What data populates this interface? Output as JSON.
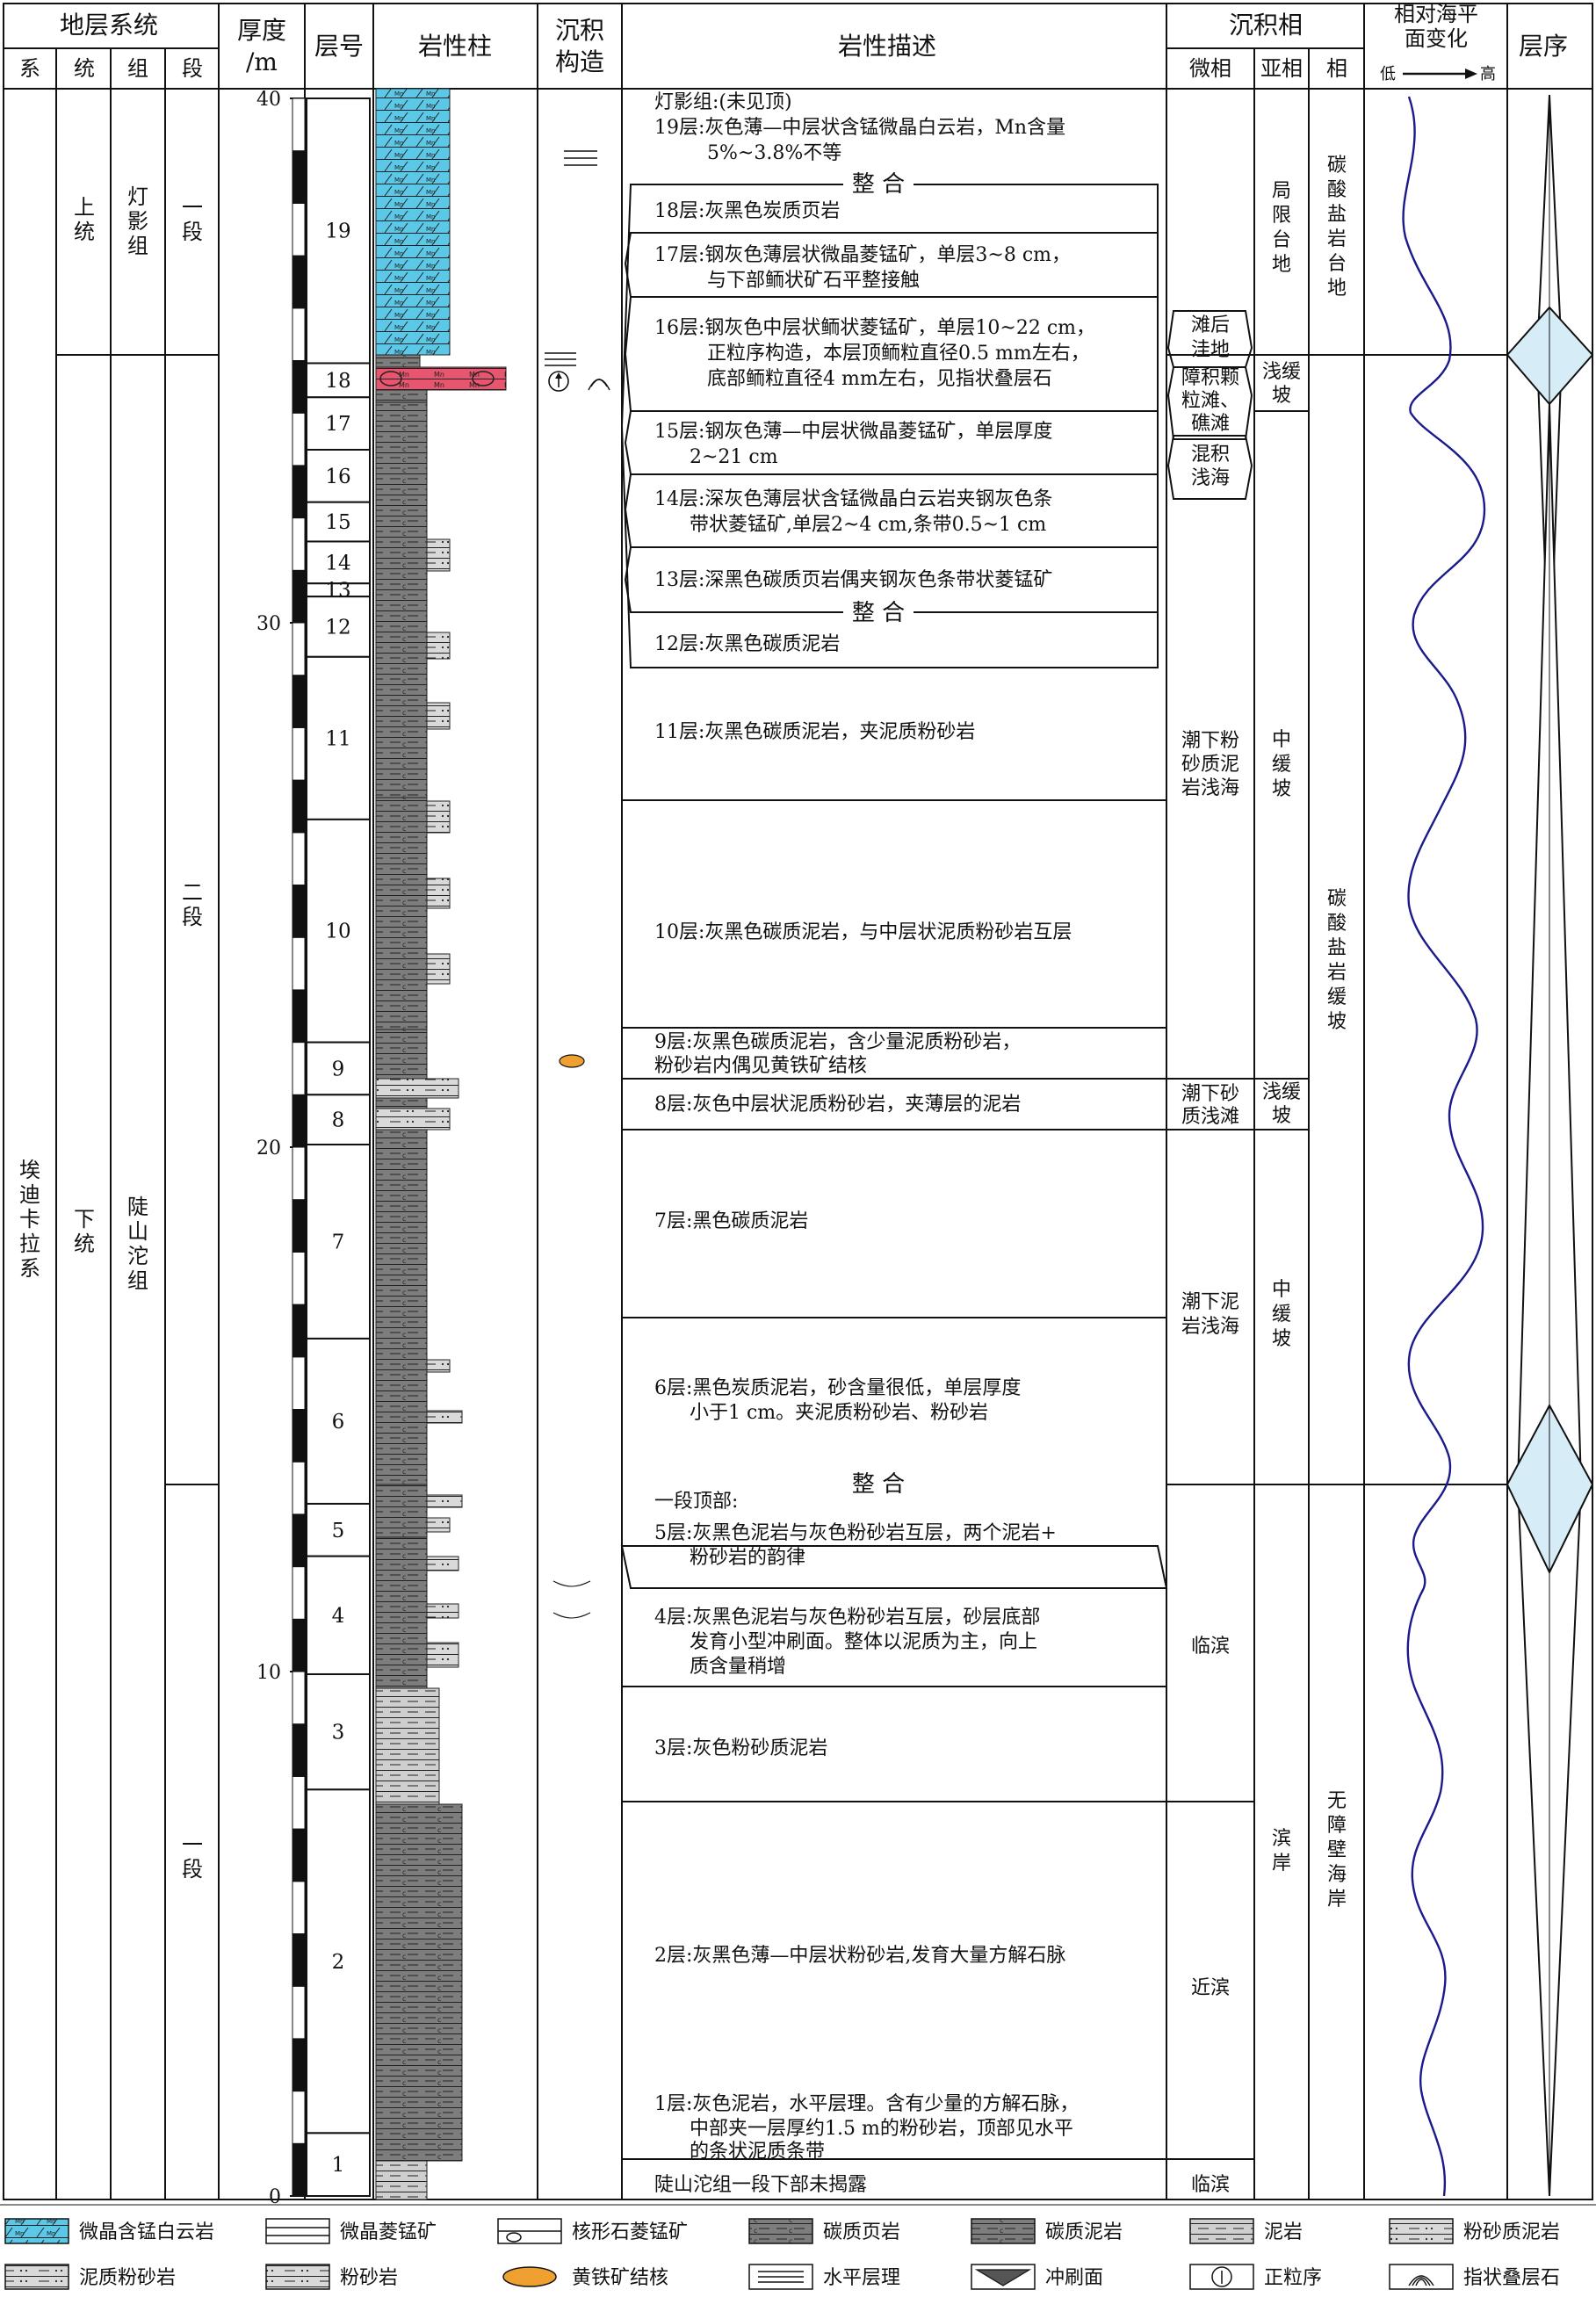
{
  "header": {
    "stratigraphy": "地层系统",
    "system": "系",
    "series": "统",
    "group": "组",
    "member": "段",
    "thickness_line1": "厚度",
    "thickness_line2": "/m",
    "layer_no": "层号",
    "column": "岩性柱",
    "structure_line1": "沉积",
    "structure_line2": "构造",
    "description": "岩性描述",
    "facies": "沉积相",
    "microfacies": "微相",
    "subfacies": "亚相",
    "facies_col": "相",
    "sea_level_line1": "相对海平",
    "sea_level_line2": "面变化",
    "sea_low": "低",
    "sea_high": "高",
    "sequence": "层序"
  },
  "strat": {
    "system": [
      "埃",
      "迪",
      "卡",
      "拉",
      "系"
    ],
    "series_upper": [
      "上",
      "统"
    ],
    "series_lower": [
      "下",
      "统"
    ],
    "group_upper": [
      "灯",
      "影",
      "组"
    ],
    "group_lower": [
      "陡",
      "山",
      "沱",
      "组"
    ],
    "member_1_upper": [
      "一",
      "段"
    ],
    "member_2": [
      "二",
      "段"
    ],
    "member_1_lower": [
      "一",
      "段"
    ]
  },
  "thickness_ticks": [
    {
      "value": 40,
      "label": "40"
    },
    {
      "value": 30,
      "label": "30"
    },
    {
      "value": 20,
      "label": "20"
    },
    {
      "value": 10,
      "label": "10"
    },
    {
      "value": 0,
      "label": "0"
    }
  ],
  "layers": [
    {
      "no": "19",
      "bottom": 34.95,
      "top": 40.0
    },
    {
      "no": "18",
      "bottom": 34.3,
      "top": 34.95
    },
    {
      "no": "17",
      "bottom": 33.3,
      "top": 34.3
    },
    {
      "no": "16",
      "bottom": 32.3,
      "top": 33.3
    },
    {
      "no": "15",
      "bottom": 31.55,
      "top": 32.3
    },
    {
      "no": "14",
      "bottom": 30.75,
      "top": 31.55
    },
    {
      "no": "13",
      "bottom": 30.5,
      "top": 30.75
    },
    {
      "no": "12",
      "bottom": 29.35,
      "top": 30.5
    },
    {
      "no": "11",
      "bottom": 26.25,
      "top": 29.35
    },
    {
      "no": "10",
      "bottom": 22.0,
      "top": 26.25
    },
    {
      "no": "9",
      "bottom": 21.0,
      "top": 22.0
    },
    {
      "no": "8",
      "bottom": 20.05,
      "top": 21.0
    },
    {
      "no": "7",
      "bottom": 16.35,
      "top": 20.05
    },
    {
      "no": "6",
      "bottom": 13.2,
      "top": 16.35
    },
    {
      "no": "5",
      "bottom": 12.2,
      "top": 13.2
    },
    {
      "no": "4",
      "bottom": 9.95,
      "top": 12.2
    },
    {
      "no": "3",
      "bottom": 7.75,
      "top": 9.95
    },
    {
      "no": "2",
      "bottom": 1.2,
      "top": 7.75
    },
    {
      "no": "1",
      "bottom": 0.0,
      "top": 1.2
    }
  ],
  "descriptions": {
    "d19a": "灯影组:(未见顶)",
    "d19b": "19层:灰色薄—中层状含锰微晶白云岩，Mn含量",
    "d19c": "5%~3.8%不等",
    "unconf1": "整 合",
    "d18": "18层:灰黑色炭质页岩",
    "d17a": "17层:钢灰色薄层状微晶菱锰矿，单层3~8 cm，",
    "d17b": "与下部鲕状矿石平整接触",
    "d16a": "16层:钢灰色中层状鲕状菱锰矿，单层10~22 cm，",
    "d16b": "正粒序构造，本层顶鲕粒直径0.5 mm左右，",
    "d16c": "底部鲕粒直径4 mm左右，见指状叠层石",
    "d15a": "15层:钢灰色薄—中层状微晶菱锰矿，单层厚度",
    "d15b": "2~21 cm",
    "d14a": "14层:深灰色薄层状含锰微晶白云岩夹钢灰色条",
    "d14b": "带状菱锰矿,单层2~4 cm,条带0.5~1 cm",
    "d13": "13层:深黑色碳质页岩偶夹钢灰色条带状菱锰矿",
    "unconf2": "整 合",
    "d12": "12层:灰黑色碳质泥岩",
    "d11": "11层:灰黑色碳质泥岩，夹泥质粉砂岩",
    "d10": "10层:灰黑色碳质泥岩，与中层状泥质粉砂岩互层",
    "d9a": "9层:灰黑色碳质泥岩，含少量泥质粉砂岩，",
    "d9b": "粉砂岩内偶见黄铁矿结核",
    "d8": "8层:灰色中层状泥质粉砂岩，夹薄层的泥岩",
    "d7": "7层:黑色碳质泥岩",
    "d6a": "6层:黑色炭质泥岩，砂含量很低，单层厚度",
    "d6b": "小于1 cm。夹泥质粉砂岩、粉砂岩",
    "unconf3": "整 合",
    "d5pre": "一段顶部:",
    "d5a": "5层:灰黑色泥岩与灰色粉砂岩互层，两个泥岩+",
    "d5b": "粉砂岩的韵律",
    "d4a": "4层:灰黑色泥岩与灰色粉砂岩互层，砂层底部",
    "d4b": "发育小型冲刷面。整体以泥质为主，向上",
    "d4c": "质含量稍增",
    "d3": "3层:灰色粉砂质泥岩",
    "d2": "2层:灰黑色薄—中层状粉砂岩,发育大量方解石脉",
    "d1a": "1层:灰色泥岩，水平层理。含有少量的方解石脉，",
    "d1b": "中部夹一层厚约1.5 m的粉砂岩，顶部见水平",
    "d1c": "的条状泥质条带",
    "d0": "陡山沱组一段下部未揭露"
  },
  "microfacies": {
    "tan": [
      "滩后",
      "洼地"
    ],
    "zhang": [
      "障积颗",
      "粒滩、",
      "礁滩"
    ],
    "hunji": [
      "混积",
      "浅海"
    ],
    "chaoxia_fen": [
      "潮下粉",
      "砂质泥",
      "岩浅海"
    ],
    "chaoxia_sha": [
      "潮下砂",
      "质浅滩"
    ],
    "chaoxia_ni": [
      "潮下泥",
      "岩浅海"
    ],
    "linbin1": "临滨",
    "jinbin": "近滨",
    "linbin2": "临滨"
  },
  "subfacies": {
    "jubu": [
      "局",
      "限",
      "台",
      "地"
    ],
    "qianhuan1": [
      "浅缓",
      "坡"
    ],
    "zhonghuan1": [
      "中",
      "缓",
      "坡"
    ],
    "qianhuan2": [
      "浅缓",
      "坡"
    ],
    "zhonghuan2": [
      "中",
      "缓",
      "坡"
    ],
    "binan": [
      "滨",
      "岸"
    ]
  },
  "facies": {
    "taidi": [
      "碳",
      "酸",
      "盐",
      "岩",
      "台",
      "地"
    ],
    "huanpo": [
      "碳",
      "酸",
      "盐",
      "岩",
      "缓",
      "坡"
    ],
    "wuzhang": [
      "无",
      "障",
      "壁",
      "海",
      "岸"
    ]
  },
  "legend": [
    {
      "key": "mn-dolomite",
      "label": "微晶含锰白云岩"
    },
    {
      "key": "rhodochrosite",
      "label": "微晶菱锰矿"
    },
    {
      "key": "oolitic",
      "label": "核形石菱锰矿"
    },
    {
      "key": "carb-shale",
      "label": "碳质页岩"
    },
    {
      "key": "carb-mudstone",
      "label": "碳质泥岩"
    },
    {
      "key": "mudstone",
      "label": "泥岩"
    },
    {
      "key": "silty-mudstone",
      "label": "粉砂质泥岩"
    },
    {
      "key": "muddy-siltstone",
      "label": "泥质粉砂岩"
    },
    {
      "key": "siltstone",
      "label": "粉砂岩"
    },
    {
      "key": "pyrite",
      "label": "黄铁矿结核"
    },
    {
      "key": "horizontal",
      "label": "水平层理"
    },
    {
      "key": "scour",
      "label": "冲刷面"
    },
    {
      "key": "graded",
      "label": "正粒序"
    },
    {
      "key": "stromatolite",
      "label": "指状叠层石"
    }
  ],
  "colors": {
    "dolomite": "#5bc8e8",
    "ore": "#e8556e",
    "carb": "#7d7d7d",
    "silt": "#d9d9d9",
    "curve": "#1a1a8c",
    "pyrite": "#f0a030",
    "sequence_fill": "#d6ecf6"
  }
}
